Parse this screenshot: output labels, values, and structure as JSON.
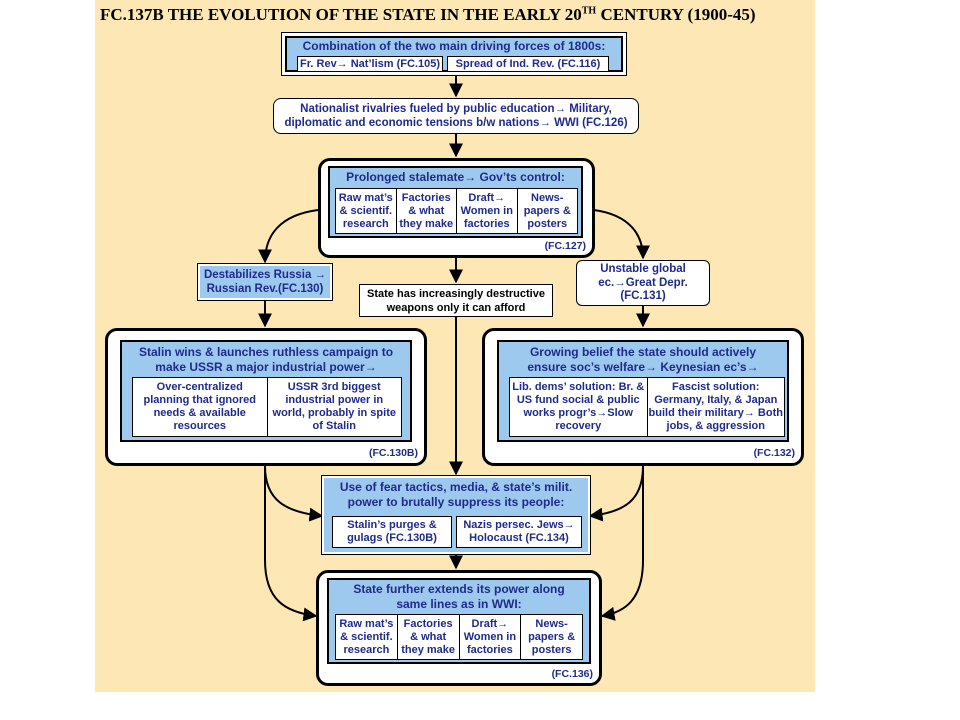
{
  "title": {
    "main": "FC.137B THE EVOLUTION OF THE STATE IN THE EARLY 20",
    "sup": "TH",
    "end": " CENTURY (1900-45)"
  },
  "box1": {
    "header": "Combination of the two main driving forces of 1800s:",
    "left": "Fr. Rev→ Nat’lism  (FC.105)",
    "right": "Spread of Ind. Rev. (FC.116)"
  },
  "box2": {
    "line1": "Nationalist rivalries fueled by public education→ Military,",
    "line2": "diplomatic and economic tensions b/w nations→ WWI (FC.126)"
  },
  "box3": {
    "header": "Prolonged stalemate→ Gov’ts control:",
    "cells": [
      "Raw mat’s & scientif. research",
      "Factories & what they make",
      "Draft→ Women in factories",
      "News-papers & posters"
    ],
    "ref": "(FC.127)"
  },
  "russia": {
    "line1": "Destabilizes Russia →",
    "line2": "Russian Rev.(FC.130)"
  },
  "weapons": {
    "line1": "State has increasingly destructive",
    "line2": "weapons only it can afford"
  },
  "global": {
    "line1": "Unstable global",
    "line2": "ec.→Great Depr.",
    "line3": "(FC.131)"
  },
  "stalin": {
    "line1": "Stalin wins & launches ruthless campaign to",
    "line2": "make USSR a major industrial power→",
    "cells": [
      "Over-centralized planning that ignored needs & available resources",
      "USSR 3rd biggest industrial power in world, probably in spite of Stalin"
    ],
    "ref": "(FC.130B)"
  },
  "belief": {
    "line1": "Growing belief the state should actively",
    "line2": "ensure soc’s welfare→ Keynesian ec’s→",
    "cells": [
      "Lib. dems’ solution: Br. & US fund social & public works progr’s→Slow recovery",
      "Fascist solution: Germany, Italy, & Japan build their military→ Both jobs, & aggression"
    ],
    "ref": "(FC.132)"
  },
  "fear": {
    "line1": "Use of fear tactics, media, & state’s milit.",
    "line2": "power to brutally suppress its people:",
    "left": "Stalin’s purges & gulags (FC.130B)",
    "right": "Nazis persec. Jews→ Holocaust (FC.134)"
  },
  "extend": {
    "line1": "State further extends its power along",
    "line2": "same lines as in WWI:",
    "cells": [
      "Raw mat’s & scientif. research",
      "Factories & what they make",
      "Draft→ Women in factories",
      "News-papers & posters"
    ],
    "ref": "(FC.136)"
  }
}
